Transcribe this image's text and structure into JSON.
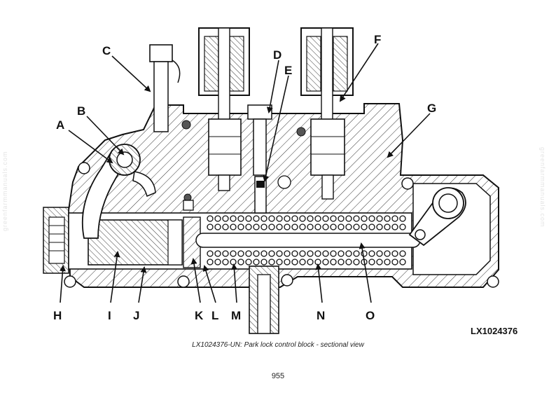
{
  "labels": {
    "A": "A",
    "B": "B",
    "C": "C",
    "D": "D",
    "E": "E",
    "F": "F",
    "G": "G",
    "H": "H",
    "I": "I",
    "J": "J",
    "K": "K",
    "L": "L",
    "M": "M",
    "N": "N",
    "O": "O"
  },
  "reference_code": "LX1024376",
  "caption": "LX1024376-UN: Park lock control block - sectional view",
  "page_number": "955",
  "watermark": "greenfarmmanuals.com",
  "colors": {
    "line": "#111111",
    "background": "#ffffff",
    "watermark": "#e4e4e4"
  }
}
